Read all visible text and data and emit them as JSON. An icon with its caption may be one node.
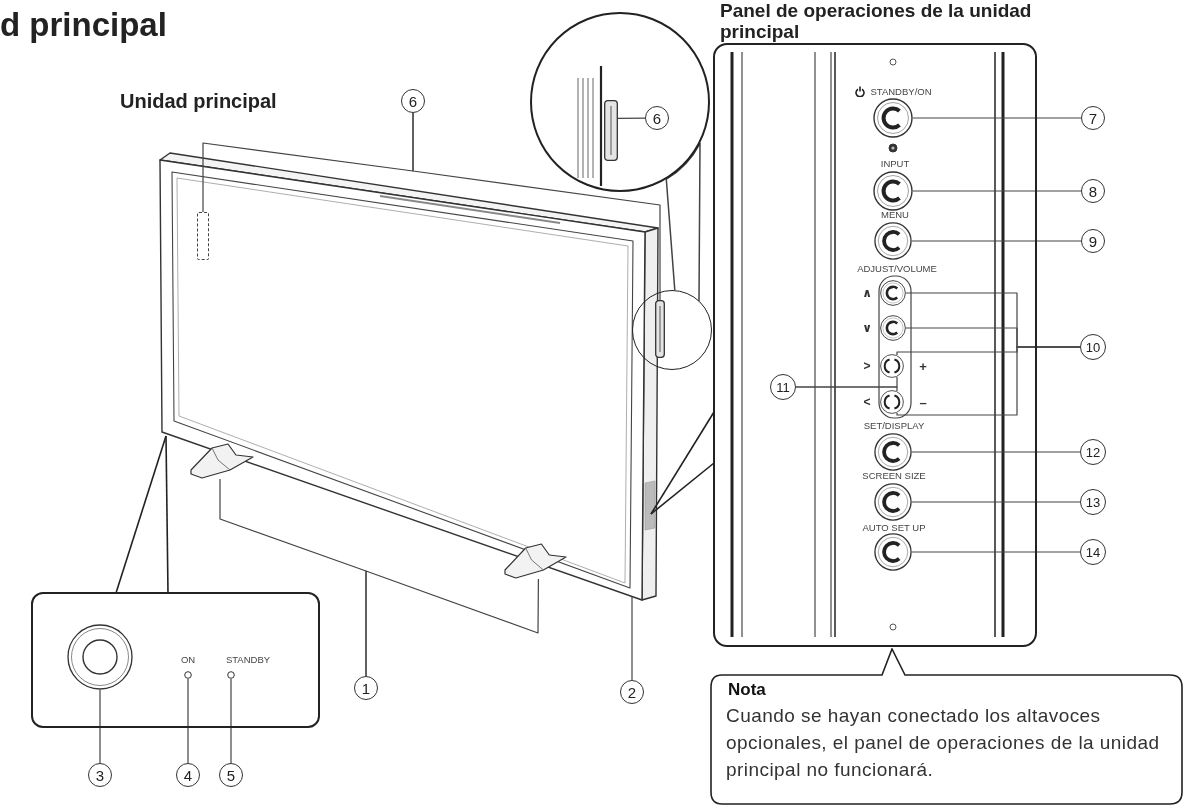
{
  "diagram": {
    "title": "d principal",
    "nodes": [
      {
        "text": [
          "6"
        ]
      },
      {
        "text": [],
        "shape": "circle"
      },
      {
        "text": [
          "6"
        ],
        "in": 1
      },
      {
        "text": [],
        "shape": "picture",
        "in": 1
      },
      {
        "text": [],
        "shape": "box"
      },
      {
        "text": [],
        "shape": "circle"
      },
      {
        "text": [],
        "shape": "picture",
        "in": 5
      },
      {
        "text": [],
        "shape": "picture"
      },
      {
        "text": [],
        "shape": "picture"
      },
      {
        "text": [
          "1"
        ]
      },
      {
        "text": [
          "2"
        ]
      },
      {
        "text": [],
        "shape": "box"
      },
      {
        "text": [],
        "shape": "circle",
        "in": 11
      },
      {
        "text": [],
        "shape": "circle",
        "in": 11,
        "beside": [
          "ON"
        ]
      },
      {
        "text": [],
        "shape": "circle",
        "in": 11,
        "beside": [
          "STANDBY"
        ]
      },
      {
        "text": [
          "3"
        ]
      },
      {
        "text": [
          "4"
        ]
      },
      {
        "text": [
          "5"
        ]
      },
      {
        "text": [],
        "shape": "box"
      },
      {
        "text": [],
        "shape": "circle",
        "in": 18,
        "beside": [
          "STANDBY/ON"
        ]
      },
      {
        "text": [
          "7"
        ]
      },
      {
        "text": [],
        "shape": "circle",
        "in": 18,
        "beside": [
          "INPUT"
        ]
      },
      {
        "text": [
          "8"
        ]
      },
      {
        "text": [],
        "shape": "circle",
        "in": 18,
        "beside": [
          "MENU"
        ]
      },
      {
        "text": [
          "9"
        ]
      },
      {
        "text": [],
        "shape": "circle",
        "in": 18,
        "beside": [
          "∧"
        ]
      },
      {
        "text": [],
        "shape": "circle",
        "in": 18,
        "beside": [
          "∨"
        ]
      },
      {
        "text": [],
        "shape": "circle",
        "in": 18,
        "beside": [
          ">",
          "+"
        ]
      },
      {
        "text": [],
        "shape": "circle",
        "in": 18,
        "beside": [
          "<",
          "–"
        ]
      },
      {
        "text": [
          "10"
        ]
      },
      {
        "text": [
          "11"
        ],
        "in": 18
      },
      {
        "text": [],
        "shape": "circle",
        "in": 18,
        "beside": [
          "SET/DISPLAY"
        ]
      },
      {
        "text": [
          "12"
        ]
      },
      {
        "text": [],
        "shape": "circle",
        "in": 18,
        "beside": [
          "SCREEN SIZE"
        ]
      },
      {
        "text": [
          "13"
        ]
      },
      {
        "text": [],
        "shape": "circle",
        "in": 18,
        "beside": [
          "AUTO SET UP"
        ]
      },
      {
        "text": [
          "14"
        ]
      },
      {
        "text": [
          "Nota",
          "Cuando se hayan conectado los altavoces opcionales, el panel de operaciones de la unidad principal no funcionará."
        ]
      }
    ],
    "edges": [
      {
        "from": 0,
        "to": 4,
        "arrow": "none"
      },
      {
        "from": 0,
        "to": 6,
        "arrow": "none"
      },
      {
        "from": 2,
        "to": 3,
        "arrow": "none"
      },
      {
        "from": 1,
        "to": 5,
        "arrow": "none"
      },
      {
        "from": 9,
        "to": 7,
        "arrow": "none"
      },
      {
        "from": 9,
        "to": 8,
        "arrow": "none"
      },
      {
        "from": 10,
        "to": null,
        "arrow": "none"
      },
      {
        "from": 15,
        "to": 12,
        "arrow": "none"
      },
      {
        "from": 16,
        "to": 13,
        "arrow": "none"
      },
      {
        "from": 17,
        "to": 14,
        "arrow": "none"
      },
      {
        "from": 20,
        "to": 19,
        "arrow": "none"
      },
      {
        "from": 22,
        "to": 21,
        "arrow": "none"
      },
      {
        "from": 24,
        "to": 23,
        "arrow": "none"
      },
      {
        "from": 29,
        "to": 25,
        "arrow": "none"
      },
      {
        "from": 29,
        "to": 26,
        "arrow": "none"
      },
      {
        "from": 29,
        "to": 27,
        "arrow": "none"
      },
      {
        "from": 29,
        "to": 28,
        "arrow": "none"
      },
      {
        "from": 30,
        "to": 27,
        "arrow": "none"
      },
      {
        "from": 30,
        "to": 28,
        "arrow": "none"
      },
      {
        "from": 32,
        "to": 31,
        "arrow": "none"
      },
      {
        "from": 34,
        "to": 33,
        "arrow": "none"
      },
      {
        "from": 36,
        "to": 35,
        "arrow": "none"
      }
    ],
    "labels": [
      "Unidad principal",
      "Panel de operaciones de la unidad principal",
      "ADJUST/VOLUME"
    ]
  }
}
